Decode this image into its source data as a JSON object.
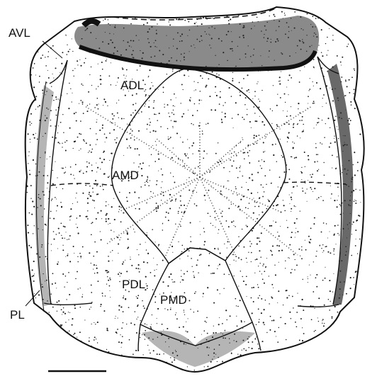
{
  "figure": {
    "labels": {
      "avl": "AVL",
      "adl": "ADL",
      "amd": "AMD",
      "pdl": "PDL",
      "pmd": "PMD",
      "pl": "PL"
    },
    "colors": {
      "background": "#ffffff",
      "ink": "#111111",
      "stipple": "#1a1a1a"
    }
  }
}
